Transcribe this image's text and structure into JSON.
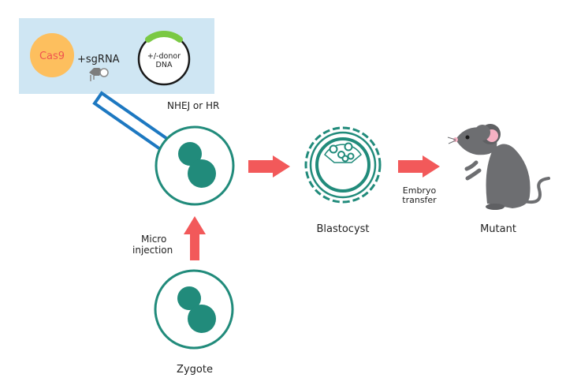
{
  "reagents": {
    "cas9_label": "Cas9",
    "sgrna_label": "+sgRNA",
    "donor_label_line1": "+/-donor",
    "donor_label_line2": "DNA"
  },
  "steps": {
    "nhej_label": "NHEJ or HR",
    "micro_label_line1": "Micro",
    "micro_label_line2": "injection",
    "zygote_label": "Zygote",
    "blastocyst_label": "Blastocyst",
    "embryo_label_line1": "Embryo",
    "embryo_label_line2": "transfer",
    "mutant_label": "Mutant"
  },
  "colors": {
    "panel_bg": "#cfe6f3",
    "cas9_fill": "#fdbf5e",
    "cas9_text": "#f0554f",
    "donor_arc": "#7ac943",
    "cell_green": "#218b7b",
    "arrow_red": "#f2595a",
    "needle_blue": "#1d78c1",
    "mouse_gray": "#6d6e71",
    "mouse_pink": "#f6b1c3"
  }
}
